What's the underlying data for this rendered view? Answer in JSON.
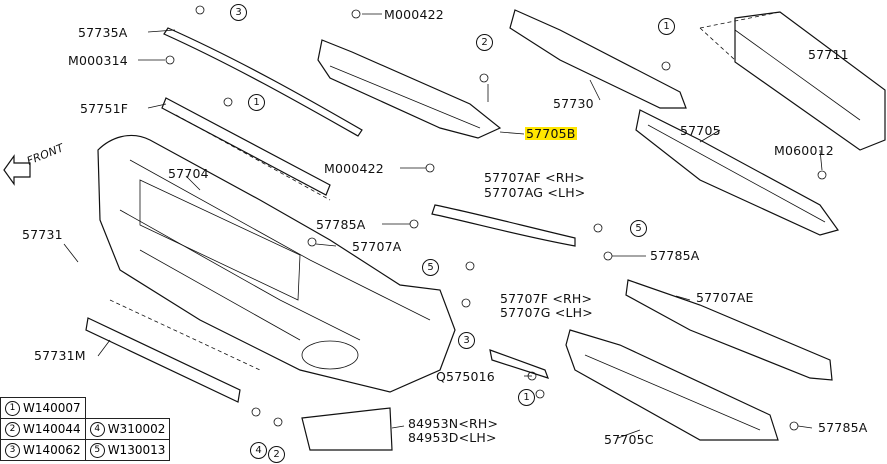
{
  "diagram": {
    "front_label": "FRONT",
    "parts": [
      {
        "key": "p57735A",
        "text": "57735A"
      },
      {
        "key": "pM000314",
        "text": "M000314"
      },
      {
        "key": "p57751F",
        "text": "57751F"
      },
      {
        "key": "pM000422a",
        "text": "M000422"
      },
      {
        "key": "pM000422b",
        "text": "M000422"
      },
      {
        "key": "p57730",
        "text": "57730"
      },
      {
        "key": "p57705B",
        "text": "57705B",
        "highlight": true
      },
      {
        "key": "p57711",
        "text": "57711"
      },
      {
        "key": "p57705",
        "text": "57705"
      },
      {
        "key": "pM060012",
        "text": "M060012"
      },
      {
        "key": "p57704",
        "text": "57704"
      },
      {
        "key": "p57707AF",
        "text": "57707AF <RH>"
      },
      {
        "key": "p57707AG",
        "text": "57707AG <LH>"
      },
      {
        "key": "p57785Aa",
        "text": "57785A"
      },
      {
        "key": "p57785Ab",
        "text": "57785A"
      },
      {
        "key": "p57785Ac",
        "text": "57785A"
      },
      {
        "key": "p57707A",
        "text": "57707A"
      },
      {
        "key": "p57731",
        "text": "57731"
      },
      {
        "key": "p57707AE",
        "text": "57707AE"
      },
      {
        "key": "p57707F",
        "text": "57707F <RH>"
      },
      {
        "key": "p57707G",
        "text": "57707G <LH>"
      },
      {
        "key": "p57731M",
        "text": "57731M"
      },
      {
        "key": "pQ575016",
        "text": "Q575016"
      },
      {
        "key": "p84953N",
        "text": "84953N<RH>"
      },
      {
        "key": "p84953D",
        "text": "84953D<LH>"
      },
      {
        "key": "p57705C",
        "text": "57705C"
      }
    ],
    "callouts": [
      "3",
      "2",
      "1",
      "1",
      "5",
      "5",
      "3",
      "1",
      "4",
      "2"
    ]
  },
  "legend": [
    [
      {
        "num": "1",
        "code": "W140007"
      }
    ],
    [
      {
        "num": "2",
        "code": "W140044"
      },
      {
        "num": "4",
        "code": "W310002"
      }
    ],
    [
      {
        "num": "3",
        "code": "W140062"
      },
      {
        "num": "5",
        "code": "W130013"
      }
    ]
  ],
  "accent_color": "#ffe600"
}
